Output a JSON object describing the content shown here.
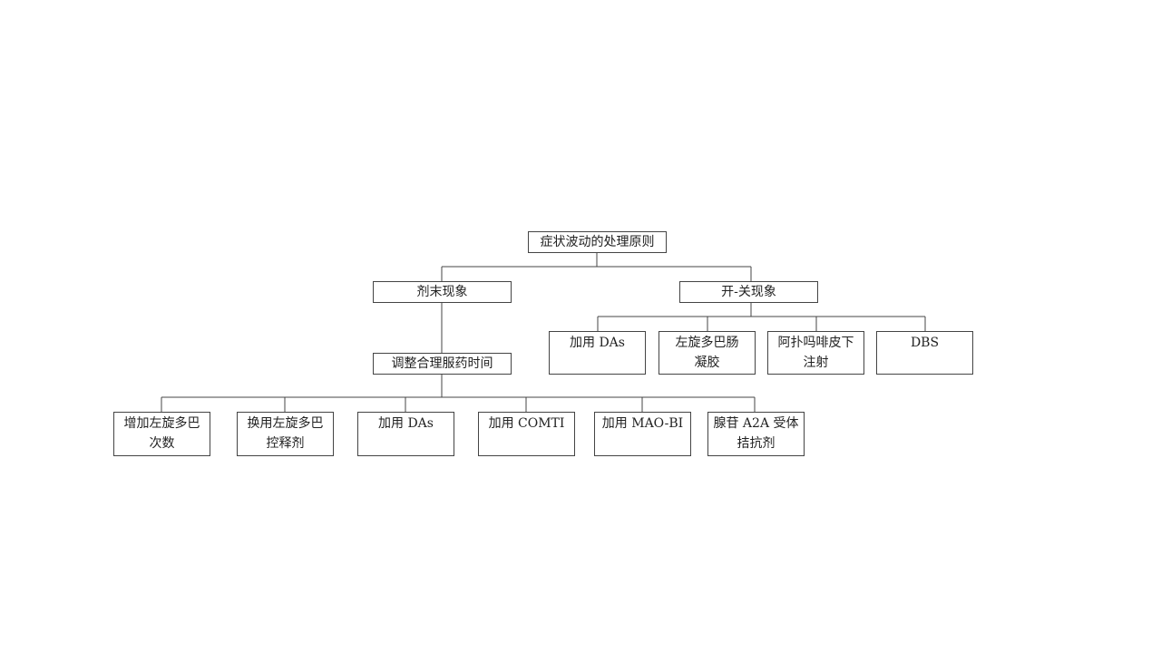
{
  "diagram": {
    "root": "症状波动的处理原则",
    "branch_wearing_off": {
      "label": "剂末现象",
      "child": "调整合理服药时间",
      "options": [
        "增加左旋多巴\n次数",
        "换用左旋多巴\n控释剂",
        "加用 DAs",
        "加用 COMTI",
        "加用 MAO-BI",
        "腺苷 A2A 受体\n拮抗剂"
      ]
    },
    "branch_on_off": {
      "label": "开-关现象",
      "options": [
        "加用 DAs",
        "左旋多巴肠\n凝胶",
        "阿扑吗啡皮下\n注射",
        "DBS"
      ]
    }
  }
}
